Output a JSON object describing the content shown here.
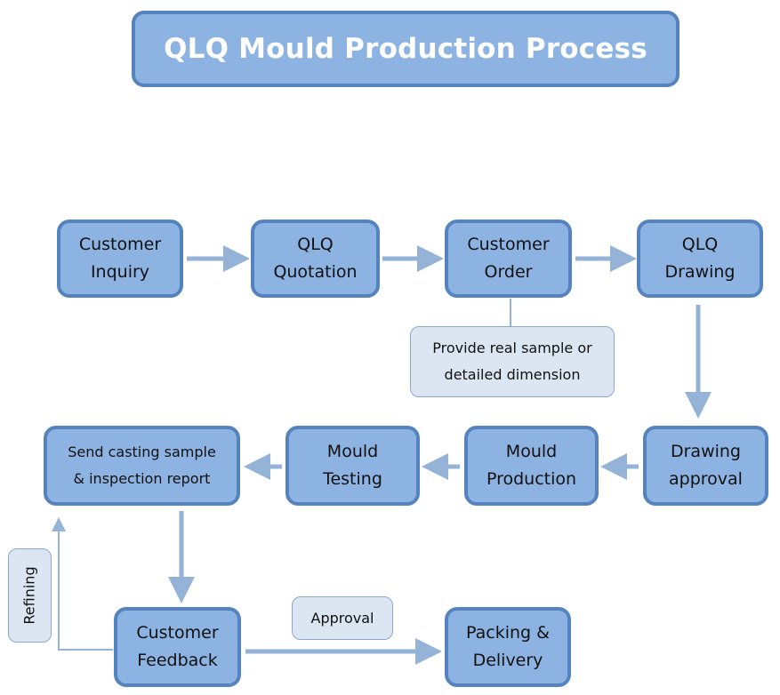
{
  "title": "QLQ Mould Production Process",
  "colors": {
    "box_fill": "#8db3e2",
    "box_border": "#5583bf",
    "arrow": "#95b3d7",
    "note_fill": "#dce6f2",
    "title_text": "#ffffff"
  },
  "steps": {
    "customer_inquiry": [
      "Customer",
      "Inquiry"
    ],
    "qlq_quotation": [
      "QLQ",
      "Quotation"
    ],
    "customer_order": [
      "Customer",
      "Order"
    ],
    "qlq_drawing": [
      "QLQ",
      "Drawing"
    ],
    "drawing_approval": [
      "Drawing",
      "approval"
    ],
    "mould_production": [
      "Mould",
      "Production"
    ],
    "mould_testing": [
      "Mould",
      "Testing"
    ],
    "send_sample": [
      "Send casting sample",
      "& inspection report"
    ],
    "customer_feedback": [
      "Customer",
      "Feedback"
    ],
    "packing_delivery": [
      "Packing &",
      "Delivery"
    ]
  },
  "notes": {
    "order_note": [
      "Provide real sample or",
      "detailed dimension"
    ],
    "approval": "Approval",
    "refining": "Refining"
  },
  "flow": [
    {
      "from": "Customer Inquiry",
      "to": "QLQ Quotation"
    },
    {
      "from": "QLQ Quotation",
      "to": "Customer Order"
    },
    {
      "from": "Customer Order",
      "to": "QLQ Drawing"
    },
    {
      "from": "QLQ Drawing",
      "to": "Drawing approval"
    },
    {
      "from": "Drawing approval",
      "to": "Mould Production"
    },
    {
      "from": "Mould Production",
      "to": "Mould Testing"
    },
    {
      "from": "Mould Testing",
      "to": "Send casting sample & inspection report"
    },
    {
      "from": "Send casting sample & inspection report",
      "to": "Customer Feedback"
    },
    {
      "from": "Customer Feedback",
      "to": "Packing & Delivery",
      "label": "Approval"
    },
    {
      "from": "Customer Feedback",
      "to": "Send casting sample & inspection report",
      "label": "Refining"
    }
  ]
}
